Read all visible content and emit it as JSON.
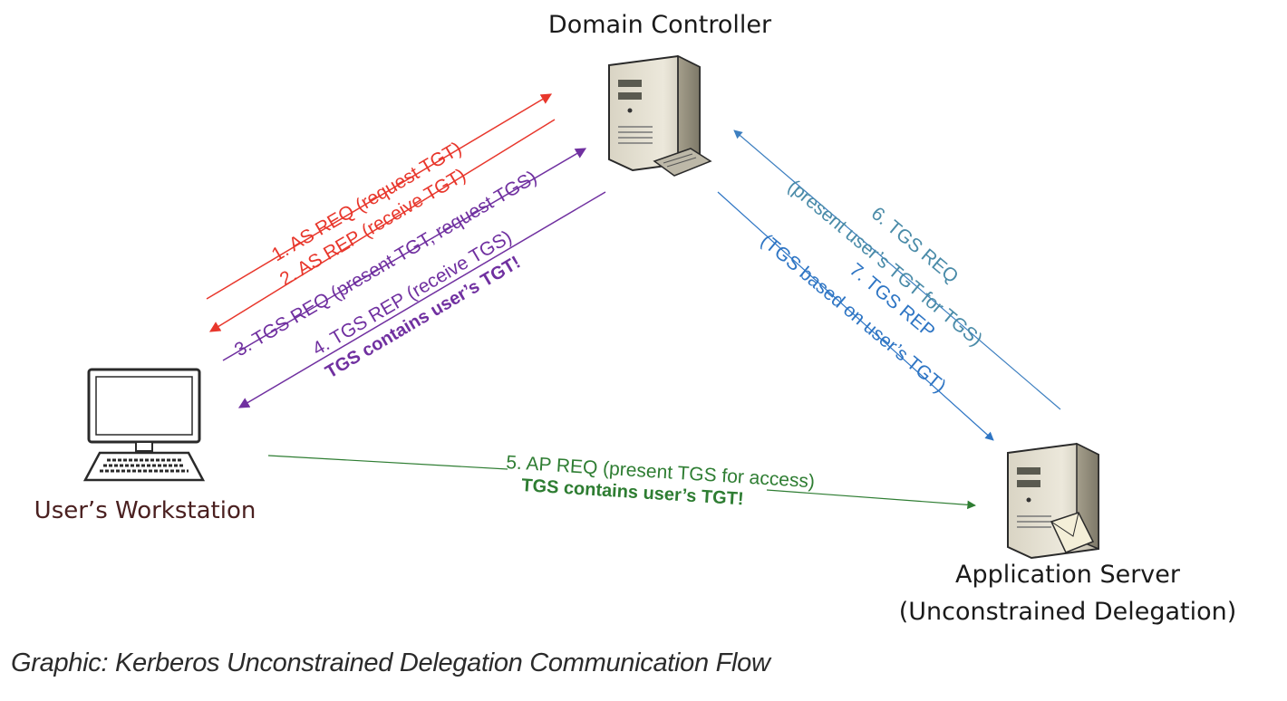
{
  "nodes": {
    "domain_controller": "Domain Controller",
    "workstation": "User’s Workstation",
    "app_server_line1": "Application Server",
    "app_server_line2": "(Unconstrained Delegation)"
  },
  "flows": {
    "as_req": "1. AS REQ (request TGT)",
    "as_rep": "2. AS REP (receive TGT)",
    "tgs_req": "3. TGS REQ (present TGT, request TGS)",
    "tgs_rep": "4. TGS REP (receive TGS)",
    "tgs_rep_note": "TGS contains user’s TGT!",
    "ap_req": "5. AP REQ (present TGS for access)",
    "ap_req_note": "TGS contains user’s TGT!",
    "tgs_req_6_line1": "6. TGS REQ",
    "tgs_req_6_line2": "(present user’s TGT for TGS)",
    "tgs_rep_7_line1": "7. TGS REP",
    "tgs_rep_7_line2": "(TGS based on user’s TGT)"
  },
  "colors": {
    "red": "#e8372c",
    "purple": "#7030a0",
    "teal": "#4a8ba8",
    "blue": "#2e75c4",
    "green": "#2e7d32"
  },
  "caption": "Graphic: Kerberos Unconstrained Delegation Communication Flow"
}
